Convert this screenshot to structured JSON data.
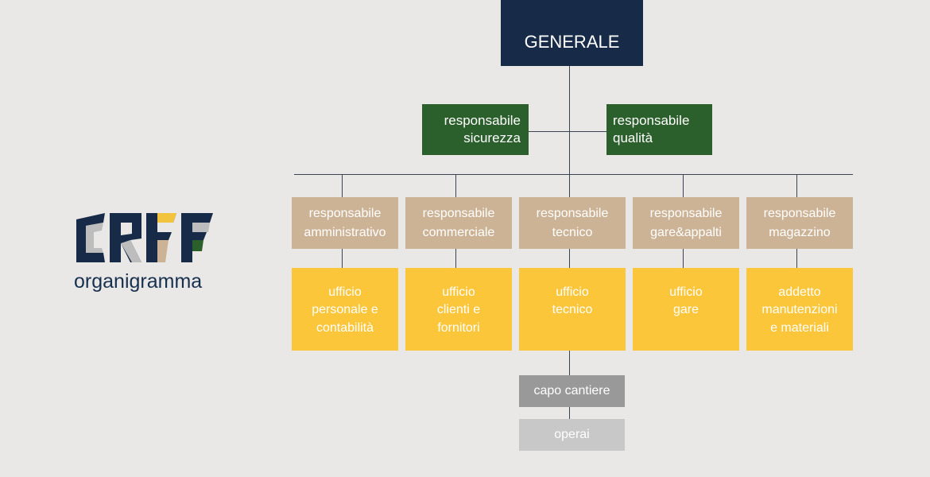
{
  "brand": {
    "logo_alt": "CRFF",
    "subtitle": "organigramma",
    "colors": {
      "navy": "#172b48",
      "gray": "#bdbdbd",
      "yellow": "#f2c33d",
      "tan": "#cdb396",
      "green": "#2b5f2b"
    }
  },
  "chart": {
    "root": {
      "label": "GENERALE"
    },
    "staff": [
      {
        "label": "responsabile\nsicurezza"
      },
      {
        "label": "responsabile\nqualità"
      }
    ],
    "managers": [
      {
        "label": "responsabile\namministrativo",
        "office": "ufficio\npersonale e\ncontabilità"
      },
      {
        "label": "responsabile\ncommerciale",
        "office": "ufficio\nclienti e\nfornitori"
      },
      {
        "label": "responsabile\ntecnico",
        "office": "ufficio\ntecnico"
      },
      {
        "label": "responsabile\ngare&appalti",
        "office": "ufficio\ngare"
      },
      {
        "label": "responsabile\nmagazzino",
        "office": "addetto\nmanutenzioni\ne materiali"
      }
    ],
    "site": [
      {
        "label": "capo cantiere"
      },
      {
        "label": "operai"
      }
    ]
  }
}
